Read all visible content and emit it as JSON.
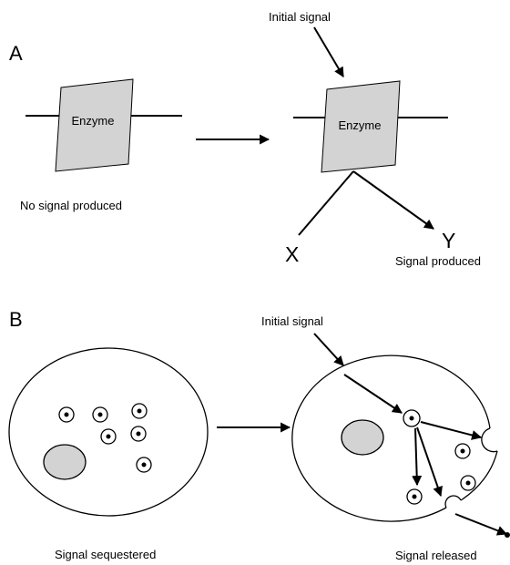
{
  "colors": {
    "line": "#000000",
    "enzyme_fill": "#d3d3d3",
    "nucleus_fill": "#d3d3d3",
    "background": "#ffffff"
  },
  "panel_a": {
    "label": "A",
    "enzyme_left": "Enzyme",
    "enzyme_right": "Enzyme",
    "initial_signal": "Initial signal",
    "no_signal": "No signal produced",
    "product_x": "X",
    "product_y": "Y",
    "signal_produced": "Signal produced"
  },
  "panel_b": {
    "label": "B",
    "initial_signal": "Initial signal",
    "sequestered": "Signal sequestered",
    "released": "Signal released"
  }
}
